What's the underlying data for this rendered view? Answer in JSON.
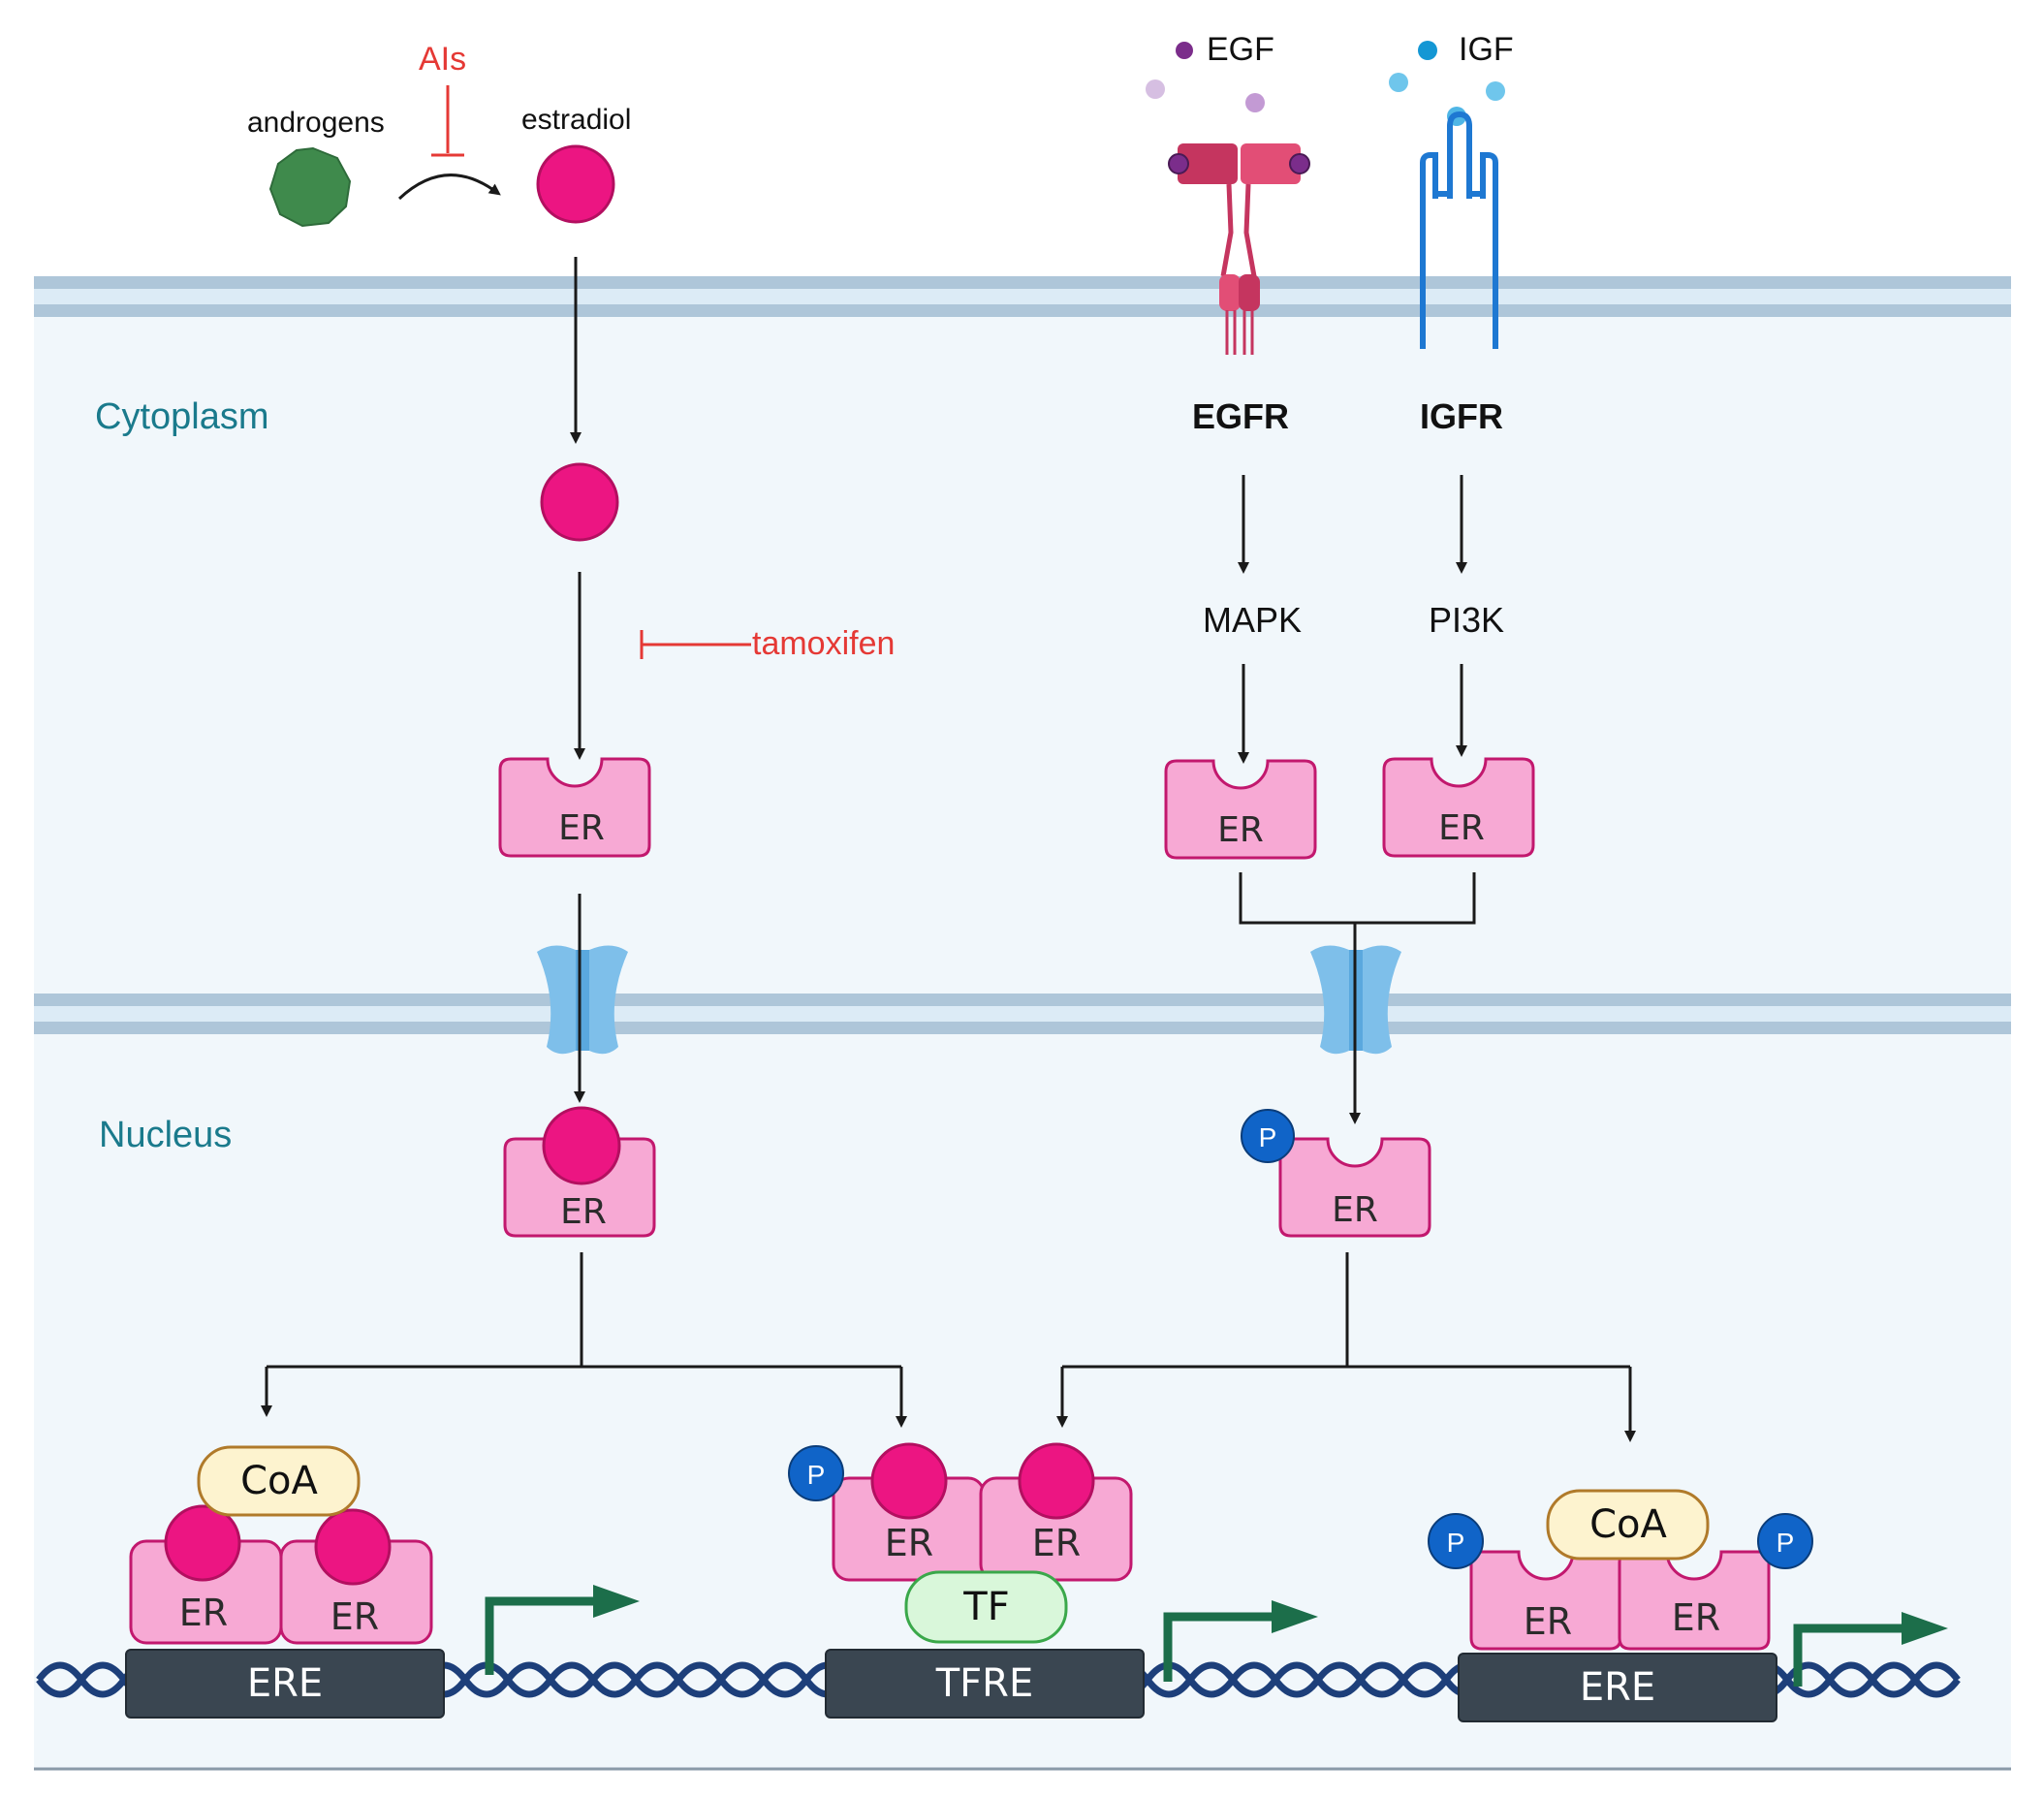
{
  "ligands": {
    "androgens": "androgens",
    "estradiol": "estradiol",
    "ais": "AIs",
    "egf": "EGF",
    "igf": "IGF"
  },
  "compartments": {
    "cytoplasm": "Cytoplasm",
    "nucleus": "Nucleus"
  },
  "receptors": {
    "egfr": "EGFR",
    "igfr": "IGFR",
    "er": "ER"
  },
  "kinases": {
    "mapk": "MAPK",
    "pi3k": "PI3K"
  },
  "inhibitors": {
    "tamoxifen": "tamoxifen"
  },
  "complexes": {
    "coa": "CoA",
    "tf": "TF",
    "phospho": "P"
  },
  "dna_elements": {
    "ere_left": "ERE",
    "tfre": "TFRE",
    "ere_right": "ERE"
  },
  "colors": {
    "estradiol": "#ec1582",
    "er_fill": "#f7a9d4",
    "er_stroke": "#c2186e",
    "androgen": "#3f8a4c",
    "inhibitor": "#e53935",
    "compartment_label": "#1a7a8c",
    "membrane": "#aec6d9",
    "cell_bg": "#f1f7fb",
    "egfr": "#d8456b",
    "igfr": "#1e78d2",
    "phospho": "#1064c8",
    "dna_element": "#3a4651",
    "dna_strand": "#1d3f7a",
    "tss_arrow": "#1c6e4a"
  }
}
